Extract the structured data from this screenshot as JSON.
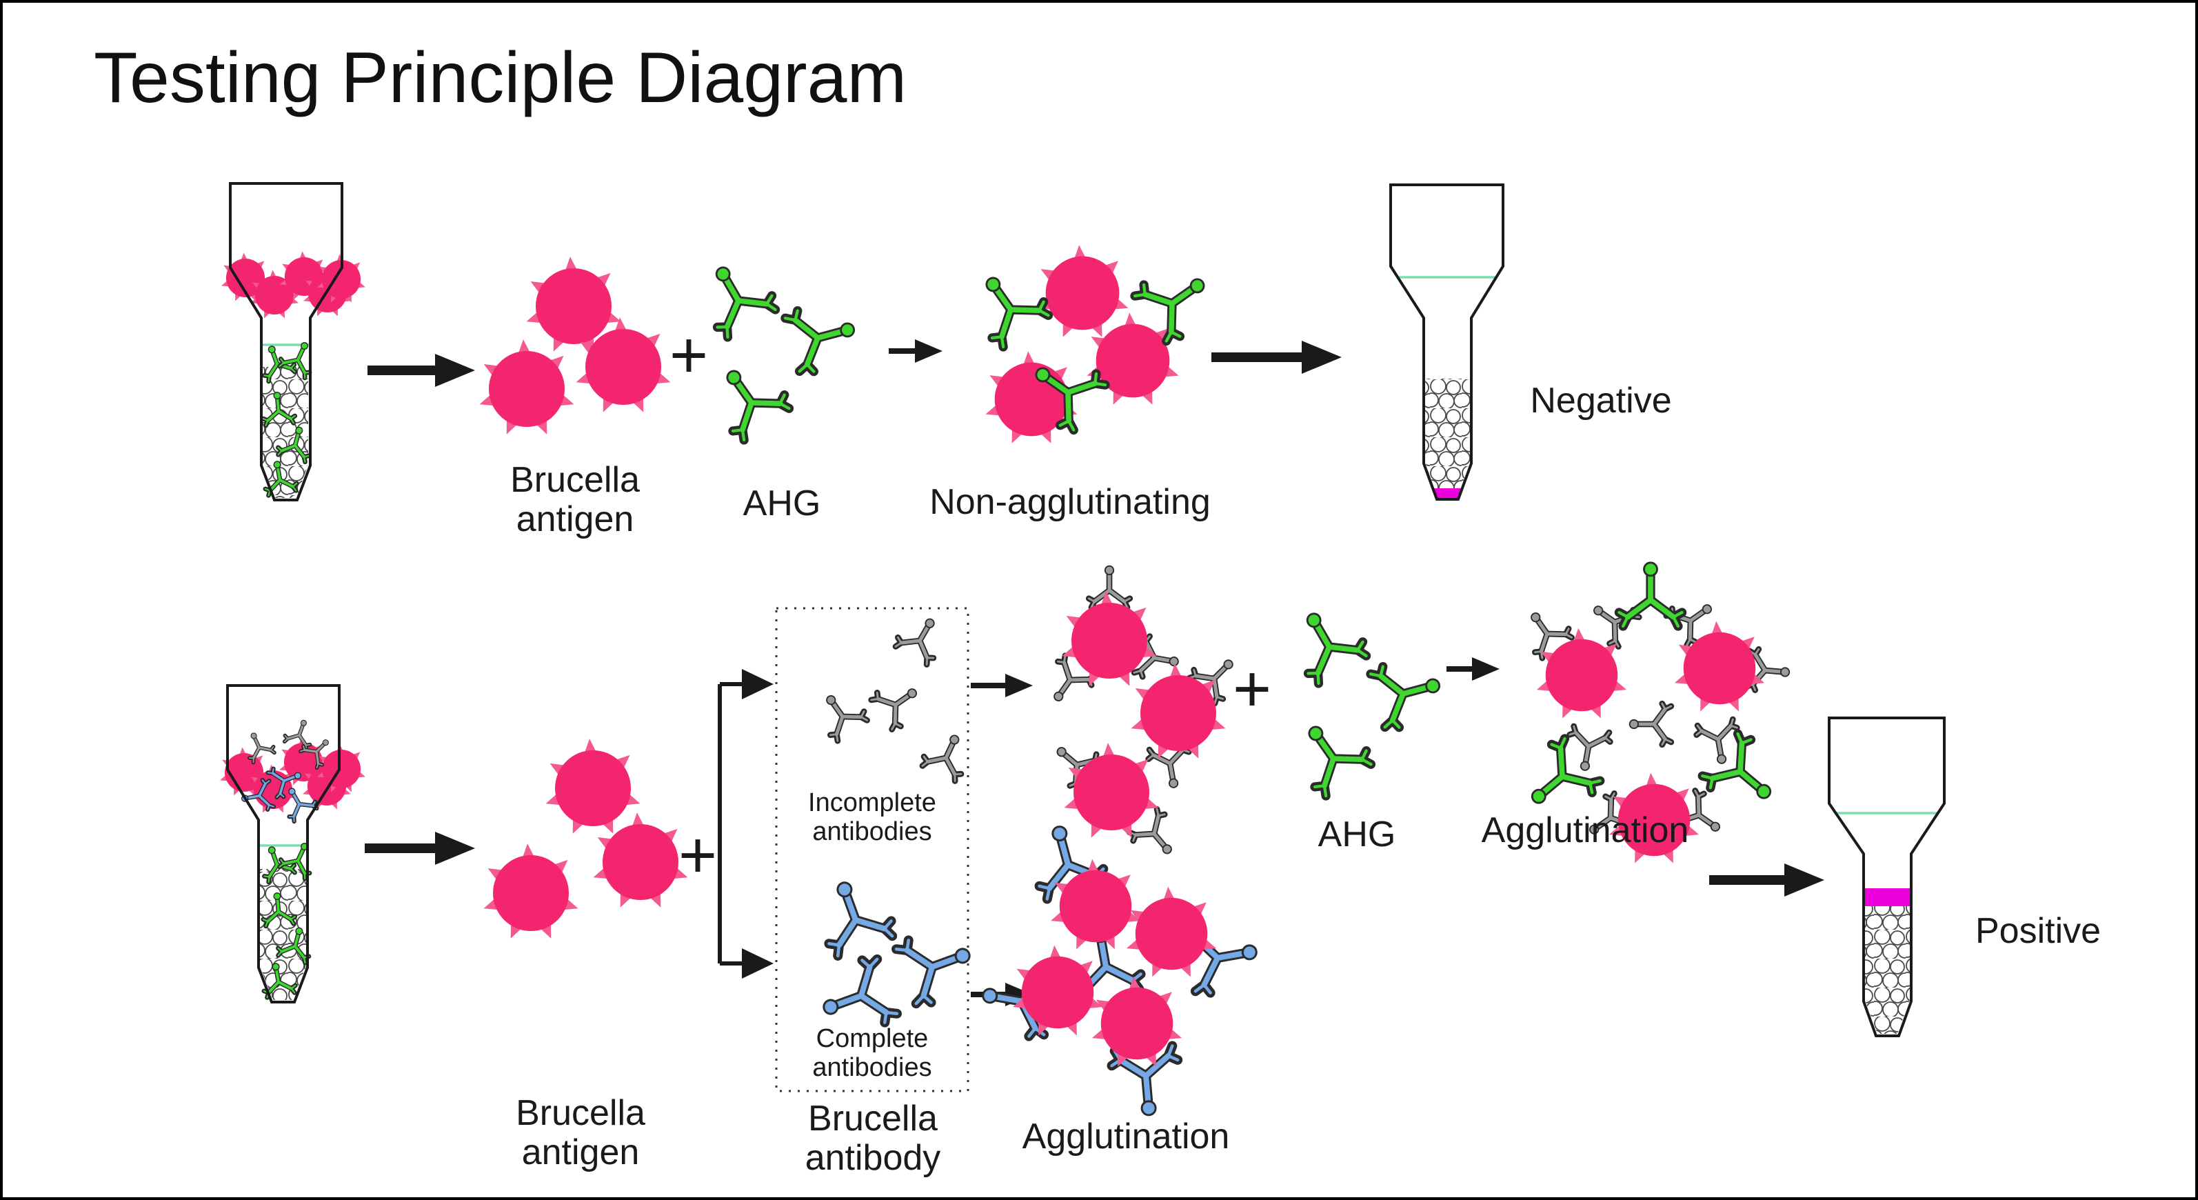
{
  "title": "Testing Principle Diagram",
  "row1": {
    "antigen": {
      "line1": "Brucella",
      "line2": "antigen"
    },
    "plus": "+",
    "ahg": "AHG",
    "mixture": "Non-agglutinating",
    "result": "Negative"
  },
  "row2": {
    "antigen": {
      "line1": "Brucella",
      "line2": "antigen"
    },
    "plus_antibody": "+",
    "plus_ahg": "+",
    "antibody_box": {
      "incomplete": {
        "line1": "Incomplete",
        "line2": "antibodies"
      },
      "complete": {
        "line1": "Complete",
        "line2": "antibodies"
      }
    },
    "antibody": {
      "line1": "Brucella",
      "line2": "antibody"
    },
    "ahg": "AHG",
    "agglutination_top": "Agglutination",
    "agglutination_bottom": "Agglutination",
    "result": "Positive"
  },
  "icons": {
    "antigen": "pink-spiked-cell-icon",
    "ahg_antibody": "green-y-antibody-icon",
    "incomplete_antibody": "gray-y-antibody-icon",
    "complete_antibody": "blue-y-antibody-icon",
    "tube": "gel-test-tube-icon"
  },
  "colors": {
    "antigen_pink": "#F3256E",
    "antigen_spike": "#F4598F",
    "ahg_green": "#3FD72F",
    "incomplete_gray": "#9B9B9B",
    "complete_blue": "#74A9E6",
    "liquid_green": "#7ADFAC",
    "result_magenta": "#EE00DD",
    "ink_black": "#1A1A1A"
  }
}
